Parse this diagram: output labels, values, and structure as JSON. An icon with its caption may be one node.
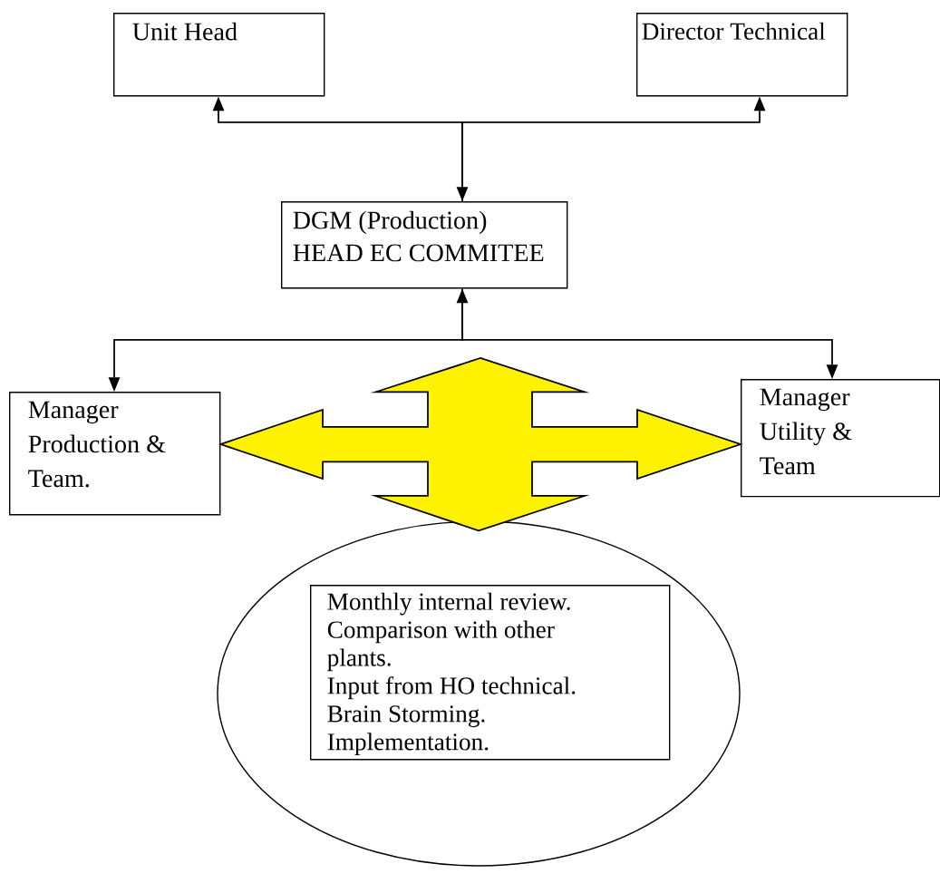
{
  "diagram": {
    "nodes": [
      {
        "text": [
          "Unit Head"
        ]
      },
      {
        "text": [
          "Director Technical"
        ]
      },
      {
        "text": [
          "DGM (Production) HEAD EC COMMITEE"
        ]
      },
      {
        "text": [
          "Manager Production & Team."
        ]
      },
      {
        "text": [
          "Manager Utility & Team"
        ]
      },
      {
        "text": [],
        "shape": "ellipse"
      },
      {
        "text": [
          "Monthly internal review.",
          "Comparison with other plants.",
          "Input from HO technical.",
          "Brain Storming.",
          "Implementation."
        ],
        "in": 5
      }
    ],
    "edges": [
      {
        "from": 2,
        "to": 0,
        "arrow": "both"
      },
      {
        "from": 2,
        "to": 1,
        "arrow": "to"
      },
      {
        "from": 2,
        "to": 3,
        "arrow": "both"
      },
      {
        "from": 2,
        "to": 4,
        "arrow": "to"
      },
      {
        "from": 3,
        "to": 4,
        "arrow": "both"
      },
      {
        "from": null,
        "to": 5,
        "arrow": "both"
      }
    ]
  }
}
